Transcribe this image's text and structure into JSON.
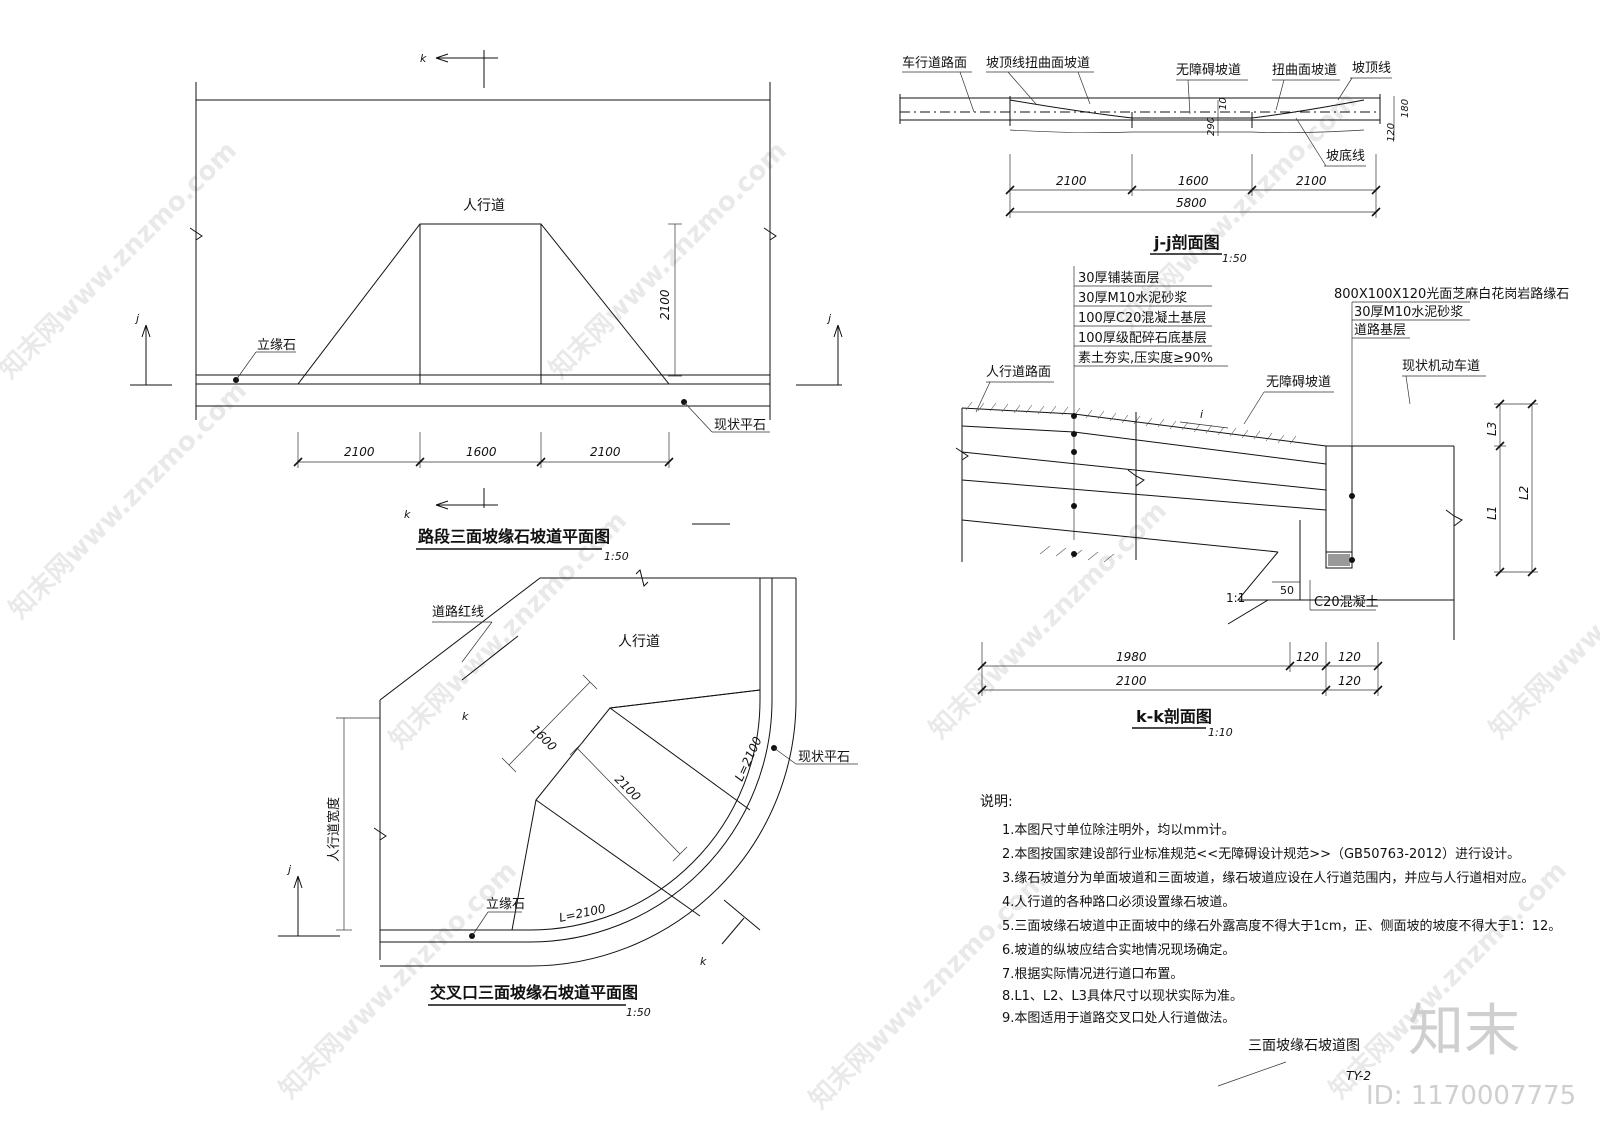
{
  "plan1": {
    "label_sidewalk": "人行道",
    "label_curb": "立缘石",
    "label_flat_stone": "现状平石",
    "dim_2100": "2100",
    "dim_1600": "1600",
    "dim_depth": "2100",
    "mark_j": "j",
    "mark_k": "k",
    "title": "路段三面坡缘石坡道平面图",
    "scale": "1:50"
  },
  "plan2": {
    "label_red_line": "道路红线",
    "label_sidewalk": "人行道",
    "label_sidewalk_width": "人行道宽度",
    "label_curb": "立缘石",
    "label_flat_stone": "现状平石",
    "dim_1600": "1600",
    "dim_2100": "2100",
    "dim_L1": "L=2100",
    "dim_L2": "L=2100",
    "mark_j": "j",
    "mark_k": "k",
    "title": "交叉口三面坡缘石坡道平面图",
    "scale": "1:50"
  },
  "section_jj": {
    "label_road": "车行道路面",
    "label_top_twist": "坡顶线扭曲面坡道",
    "label_ramp": "无障碍坡道",
    "label_twist": "扭曲面坡道",
    "label_top_line": "坡顶线",
    "label_bottom_line": "坡底线",
    "dim_290": "290",
    "dim_10": "10",
    "dim_120": "120",
    "dim_180": "180",
    "dim_2100a": "2100",
    "dim_1600": "1600",
    "dim_2100b": "2100",
    "dim_total": "5800",
    "title": "j-j剖面图",
    "scale": "1:50"
  },
  "section_kk": {
    "layers": [
      "30厚铺装面层",
      "30厚M10水泥砂浆",
      "100厚C20混凝土基层",
      "100厚级配碎石底基层",
      "素土夯实,压实度≥90%"
    ],
    "curb_layers": [
      "800X100X120光面芝麻白花岗岩路缘石",
      "30厚M10水泥砂浆",
      "道路基层"
    ],
    "label_sidewalk_surface": "人行道路面",
    "label_ramp": "无障碍坡道",
    "label_slope_i": "i",
    "label_vehicle_lane": "现状机动车道",
    "label_slope": "1:1",
    "label_50": "50",
    "label_concrete": "C20混凝土",
    "dim_L1": "L1",
    "dim_L2": "L2",
    "dim_L3": "L3",
    "dim_1980": "1980",
    "dim_120a": "120",
    "dim_120b": "120",
    "dim_2100": "2100",
    "dim_120c": "120",
    "title": "k-k剖面图",
    "scale": "1:10"
  },
  "notes": {
    "heading": "说明:",
    "items": [
      "1.本图尺寸单位除注明外，均以mm计。",
      "2.本图按国家建设部行业标准规范<<无障碍设计规范>>（GB50763-2012）进行设计。",
      "3.缘石坡道分为单面坡道和三面坡道，缘石坡道应设在人行道范围内，并应与人行道相对应。",
      "4.人行道的各种路口必须设置缘石坡道。",
      "5.三面坡缘石坡道中正面坡中的缘石外露高度不得大于1cm，正、侧面坡的坡度不得大于1：12。",
      "6.坡道的纵坡应结合实地情况现场确定。",
      "7.根据实际情况进行道口布置。",
      "8.L1、L2、L3具体尺寸以现状实际为准。",
      "9.本图适用于道路交叉口处人行道做法。"
    ]
  },
  "sheet": {
    "name": "三面坡缘石坡道图",
    "number": "TY-2"
  },
  "watermark": {
    "text": "知末网www.znzmo.com",
    "logo": "知末",
    "id": "ID: 1170007775"
  }
}
